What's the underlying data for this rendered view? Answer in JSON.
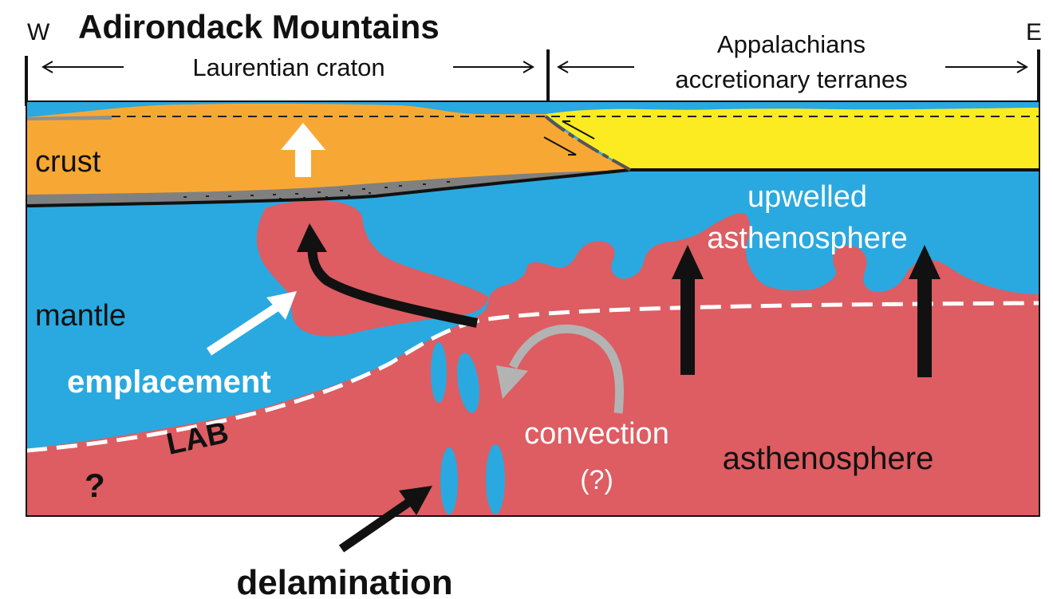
{
  "title": "Adirondack Mountains",
  "compass": {
    "west": "W",
    "east": "E"
  },
  "regions": {
    "laurentian": "Laurentian craton",
    "appalachians_line1": "Appalachians",
    "appalachians_line2": "accretionary terranes"
  },
  "layers": {
    "crust": "crust",
    "mantle": "mantle",
    "upwelled_line1": "upwelled",
    "upwelled_line2": "asthenosphere",
    "asthenosphere": "asthenosphere",
    "lab": "LAB",
    "unknown": "?"
  },
  "processes": {
    "emplacement": "emplacement",
    "convection": "convection",
    "convection_note": "(?)",
    "delamination": "delamination"
  },
  "colors": {
    "crust_orange": "#F7A834",
    "terrane_yellow": "#FCEB21",
    "mantle_blue": "#29A9DF",
    "asthenosphere_red": "#DD5D62",
    "underplate_gray": "#808080",
    "convection_gray": "#B3B3B3"
  }
}
